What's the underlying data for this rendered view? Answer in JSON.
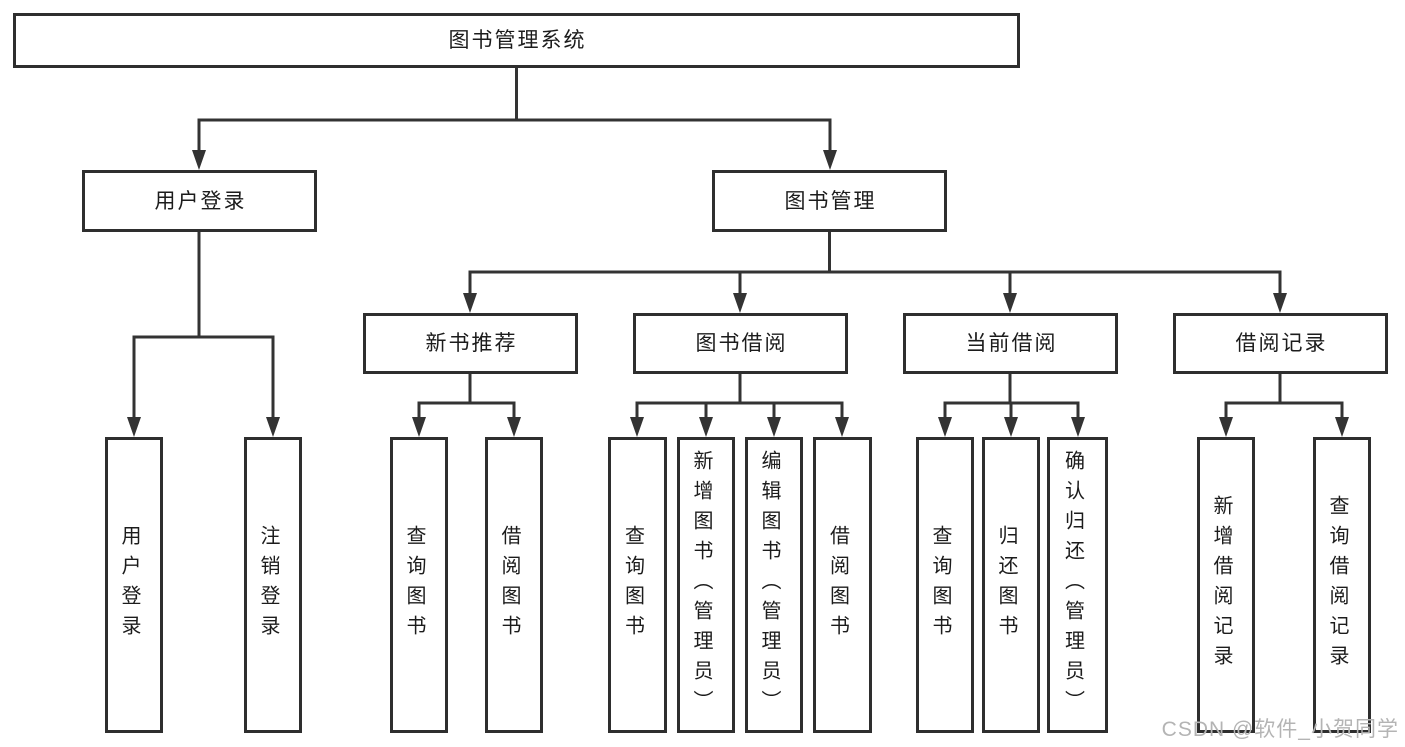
{
  "title": {
    "label": "图书管理系统"
  },
  "level2": [
    {
      "label": "用户登录"
    },
    {
      "label": "图书管理"
    }
  ],
  "level3": [
    {
      "label": "新书推荐"
    },
    {
      "label": "图书借阅"
    },
    {
      "label": "当前借阅"
    },
    {
      "label": "借阅记录"
    }
  ],
  "leaves": [
    {
      "label": "用户登录"
    },
    {
      "label": "注销登录"
    },
    {
      "label": "查询图书"
    },
    {
      "label": "借阅图书"
    },
    {
      "label": "查询图书"
    },
    {
      "label": "新增图书（管理员）"
    },
    {
      "label": "编辑图书（管理员）"
    },
    {
      "label": "借阅图书"
    },
    {
      "label": "查询图书"
    },
    {
      "label": "归还图书"
    },
    {
      "label": "确认归还（管理员）"
    },
    {
      "label": "新增借阅记录"
    },
    {
      "label": "查询借阅记录"
    }
  ],
  "watermark": {
    "text": "CSDN @软件_小贺同学"
  },
  "colors": {
    "line": "#333333",
    "text": "#1c1c1c",
    "background": "#ffffff",
    "watermark": "#b4b4b4"
  }
}
